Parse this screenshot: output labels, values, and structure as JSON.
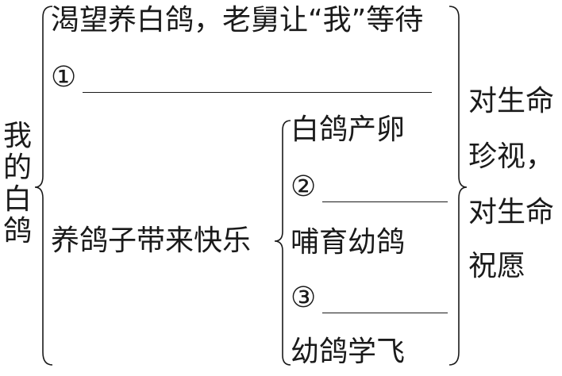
{
  "root": "我的白鸽",
  "branch_1": {
    "line_1": "渴望养白鸽，老舅让“我”等待",
    "blank_marker": "①"
  },
  "branch_2": {
    "label": "养鸽子带来快乐",
    "items": [
      {
        "text": "白鸽产卵"
      },
      {
        "marker": "②"
      },
      {
        "text": "哺育幼鸽"
      },
      {
        "marker": "③"
      },
      {
        "text": "幼鸽学飞"
      }
    ]
  },
  "conclusion": {
    "line_1": "对生命",
    "line_2": "珍视，",
    "line_3": "对生命",
    "line_4": "祝愿"
  }
}
